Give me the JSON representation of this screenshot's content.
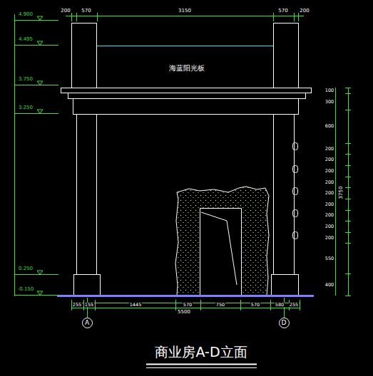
{
  "diagram": {
    "title": "商业房A-D立面",
    "nodes": [
      {
        "text": [
          "A"
        ]
      },
      {
        "text": [
          "D"
        ]
      }
    ],
    "labels": [
      "4.900",
      "4.495",
      "3.750",
      "3.250",
      "0.250",
      "-0.150",
      "200",
      "570",
      "3150",
      "570",
      "200",
      "海蓝阳光板",
      "100",
      "300",
      "600",
      "200",
      "200",
      "200",
      "200",
      "200",
      "200",
      "200",
      "200",
      "200",
      "550",
      "400",
      "3750",
      "255",
      "155",
      "1445",
      "570",
      "750",
      "570",
      "580",
      "255",
      "5500"
    ]
  }
}
